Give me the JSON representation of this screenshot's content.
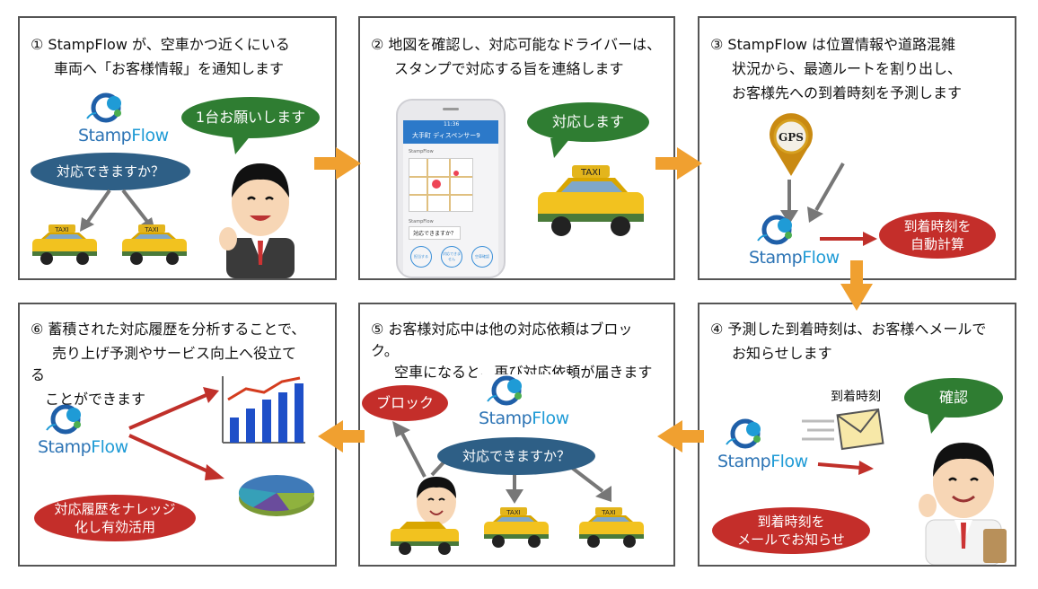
{
  "panel1": {
    "title_line1": "① StampFlow が、空車かつ近くにいる",
    "title_line2": "車両へ「お客様情報」を通知します",
    "question": "対応できますか？",
    "speech": "1台お願いします"
  },
  "panel2": {
    "title_line1": "② 地図を確認し、対応可能なドライバーは、",
    "title_line2": "スタンプで対応する旨を連絡します",
    "speech": "対応します",
    "phone_header": "大手町 ディスペンサー9",
    "phone_time": "11:36",
    "phone_sender": "StampFlow",
    "phone_question": "対応できますか？",
    "phone_btn1": "担当する",
    "phone_btn2": "対応できません",
    "phone_btn3": "空車確認"
  },
  "panel3": {
    "title_line1": "③ StampFlow は位置情報や道路混雑",
    "title_line2": "状況から、最適ルートを割り出し、",
    "title_line3": "お客様先への到着時刻を予測します",
    "gps": "GPS",
    "result": "到着時刻を\n自動計算"
  },
  "panel4": {
    "title_line1": "④ 予測した到着時刻は、お客様へメールで",
    "title_line2": "お知らせします",
    "mail_label": "到着時刻",
    "speech": "確認",
    "notice": "到着時刻を\nメールでお知らせ"
  },
  "panel5": {
    "title_line1": "⑤ お客様対応中は他の対応依頼はブロッ",
    "title_line2": "ク。",
    "title_line3": "空車になると、再び対応依頼が届きます",
    "block": "ブロック",
    "question": "対応できますか？"
  },
  "panel6": {
    "title_line1": "⑥ 蓄積された対応履歴を分析することで、",
    "title_line2": "売り上げ予測やサービス向上へ役立て",
    "title_line3": "る",
    "title_line4": "ことができます",
    "note": "対応履歴をナレッジ\n化し有効活用"
  },
  "logo": {
    "stamp": "Stamp",
    "flow": "Flow"
  },
  "taxi_sign": "TAXI",
  "colors": {
    "arrow_orange": "#f0a030",
    "ellipse_blue": "#2e5f86",
    "ellipse_red": "#c42e2a",
    "speech_green": "#2f7d32",
    "arrow_red": "#c0302a",
    "arrow_gray": "#777777"
  }
}
